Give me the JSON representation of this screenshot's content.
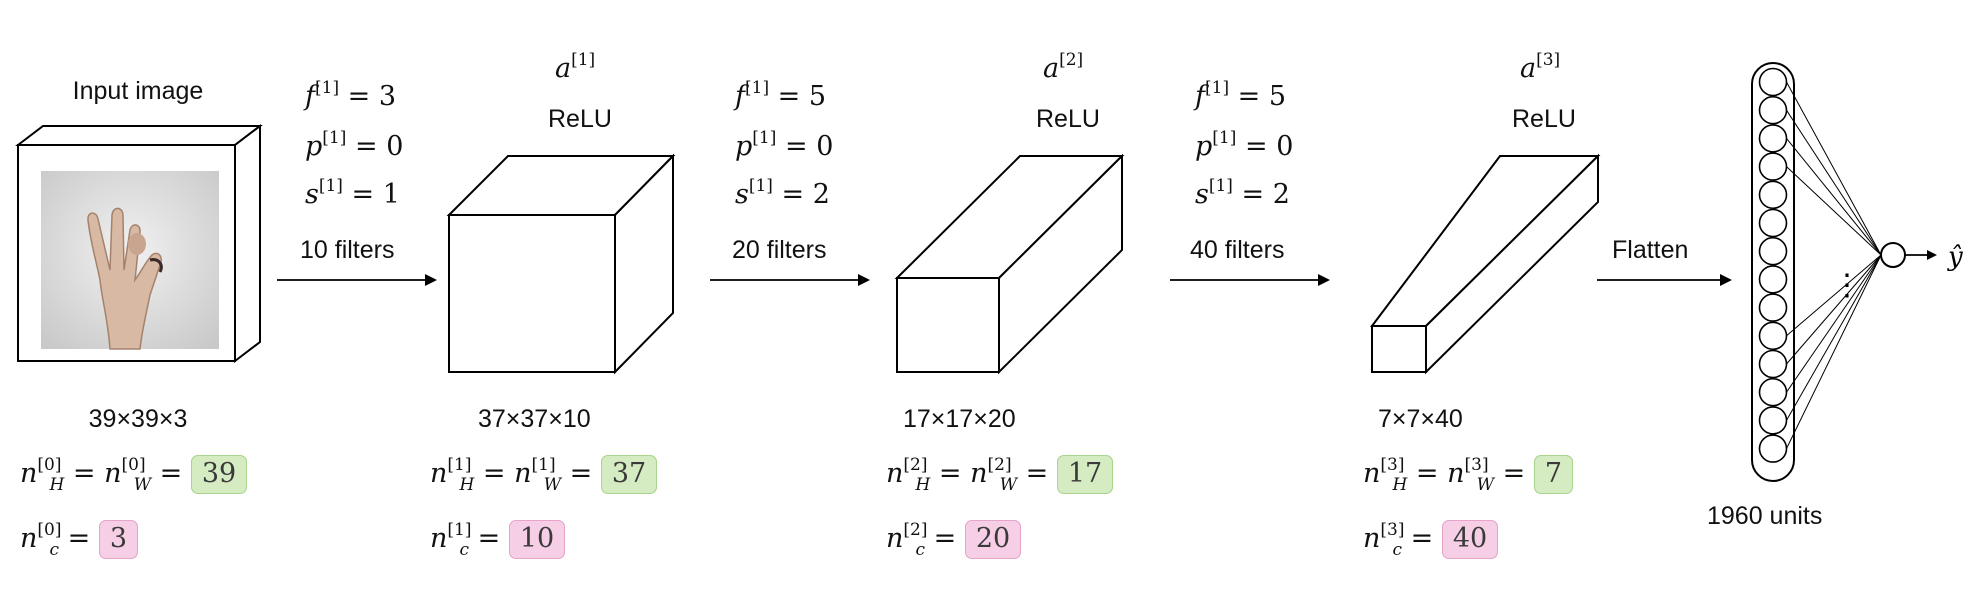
{
  "input": {
    "title": "Input image",
    "dims": "39×39×3",
    "nh_sup": "[0]",
    "nw_sup": "[0]",
    "nh_value": "39",
    "nc_sup": "[0]",
    "nc_value": "3"
  },
  "conv1": {
    "f_sup": "[1]",
    "f_val": "3",
    "p_sup": "[1]",
    "p_val": "0",
    "s_sup": "[1]",
    "s_val": "1",
    "filters": "10 filters",
    "act_sup": "[1]",
    "act": "ReLU",
    "dims": "37×37×10",
    "nh_sup": "[1]",
    "nw_sup": "[1]",
    "nh_value": "37",
    "nc_sup": "[1]",
    "nc_value": "10"
  },
  "conv2": {
    "f_sup": "[1]",
    "f_val": "5",
    "p_sup": "[1]",
    "p_val": "0",
    "s_sup": "[1]",
    "s_val": "2",
    "filters": "20 filters",
    "act_sup": "[2]",
    "act": "ReLU",
    "dims": "17×17×20",
    "nh_sup": "[2]",
    "nw_sup": "[2]",
    "nh_value": "17",
    "nc_sup": "[2]",
    "nc_value": "20"
  },
  "conv3": {
    "f_sup": "[1]",
    "f_val": "5",
    "p_sup": "[1]",
    "p_val": "0",
    "s_sup": "[1]",
    "s_val": "2",
    "filters": "40 filters",
    "act_sup": "[3]",
    "act": "ReLU",
    "dims": "7×7×40",
    "nh_sup": "[3]",
    "nw_sup": "[3]",
    "nh_value": "7",
    "nc_sup": "[3]",
    "nc_value": "40"
  },
  "flatten": {
    "label": "Flatten",
    "units": "1960 units",
    "output": "ŷ",
    "ellipsis": "⋮"
  },
  "colors": {
    "green_box": "#d5ecc3",
    "pink_box": "#f6cfe6",
    "line": "#000000"
  }
}
